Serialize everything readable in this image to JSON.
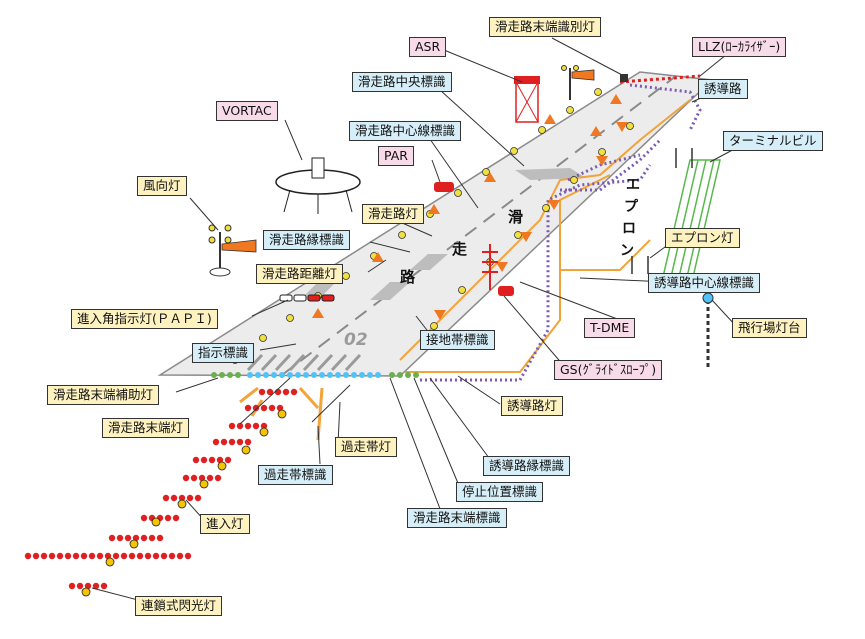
{
  "labels": {
    "asr": "ASR",
    "rwy_end_id_light": "滑走路末端識別灯",
    "llz": "LLZ(ﾛｰｶﾗｲｻﾞｰ)",
    "rwy_centre_marking": "滑走路中央標識",
    "taxiway": "誘導路",
    "vortac": "VORTAC",
    "rwy_centreline_marking": "滑走路中心線標識",
    "terminal_building": "ターミナルビル",
    "par": "PAR",
    "wind_cone": "風向灯",
    "rwy_light": "滑走路灯",
    "apron_light": "エプロン灯",
    "rwy_edge_marking": "滑走路縁標識",
    "rwy_distance_light": "滑走路距離灯",
    "taxiway_centreline_marking": "誘導路中心線標識",
    "papi": "進入角指示灯(ＰＡＰＩ)",
    "aerodrome_beacon": "飛行場灯台",
    "tdme": "T-DME",
    "touchdown_marking": "接地帯標識",
    "designation_marking": "指示標識",
    "gs": "GS(ｸﾞﾗｲﾄﾞｽﾛｰﾌﾟ)",
    "rwy_threshold_wing_bar": "滑走路末端補助灯",
    "taxiway_light": "誘導路灯",
    "rwy_threshold_light": "滑走路末端灯",
    "stopway_light": "過走帯灯",
    "taxiway_edge_marking": "誘導路縁標識",
    "stopway_marking": "過走帯標識",
    "stop_position_marking": "停止位置標識",
    "approach_light": "進入灯",
    "rwy_threshold_marking": "滑走路末端標識",
    "sequenced_flashing_light": "連鎖式閃光灯"
  },
  "runway_text": {
    "c1": "滑",
    "c2": "走",
    "c3": "路",
    "designator": "02"
  },
  "apron_text": {
    "c1": "エ",
    "c2": "プ",
    "c3": "ロ",
    "c4": "ン"
  },
  "colors": {
    "pink_label": "#f8dbe8",
    "blue_label": "#d6eef7",
    "yellow_label": "#fdf2c0",
    "runway_light": "#f0e040",
    "taxiway_light": "#7b5bb0",
    "approach_light": "#e02020",
    "threshold_light": "#4fc3f7",
    "wing_bar": "#6ab04c",
    "taxiway_edge": "#f2a33a",
    "hazard": "#f07820",
    "terminal": "#56b84a"
  }
}
